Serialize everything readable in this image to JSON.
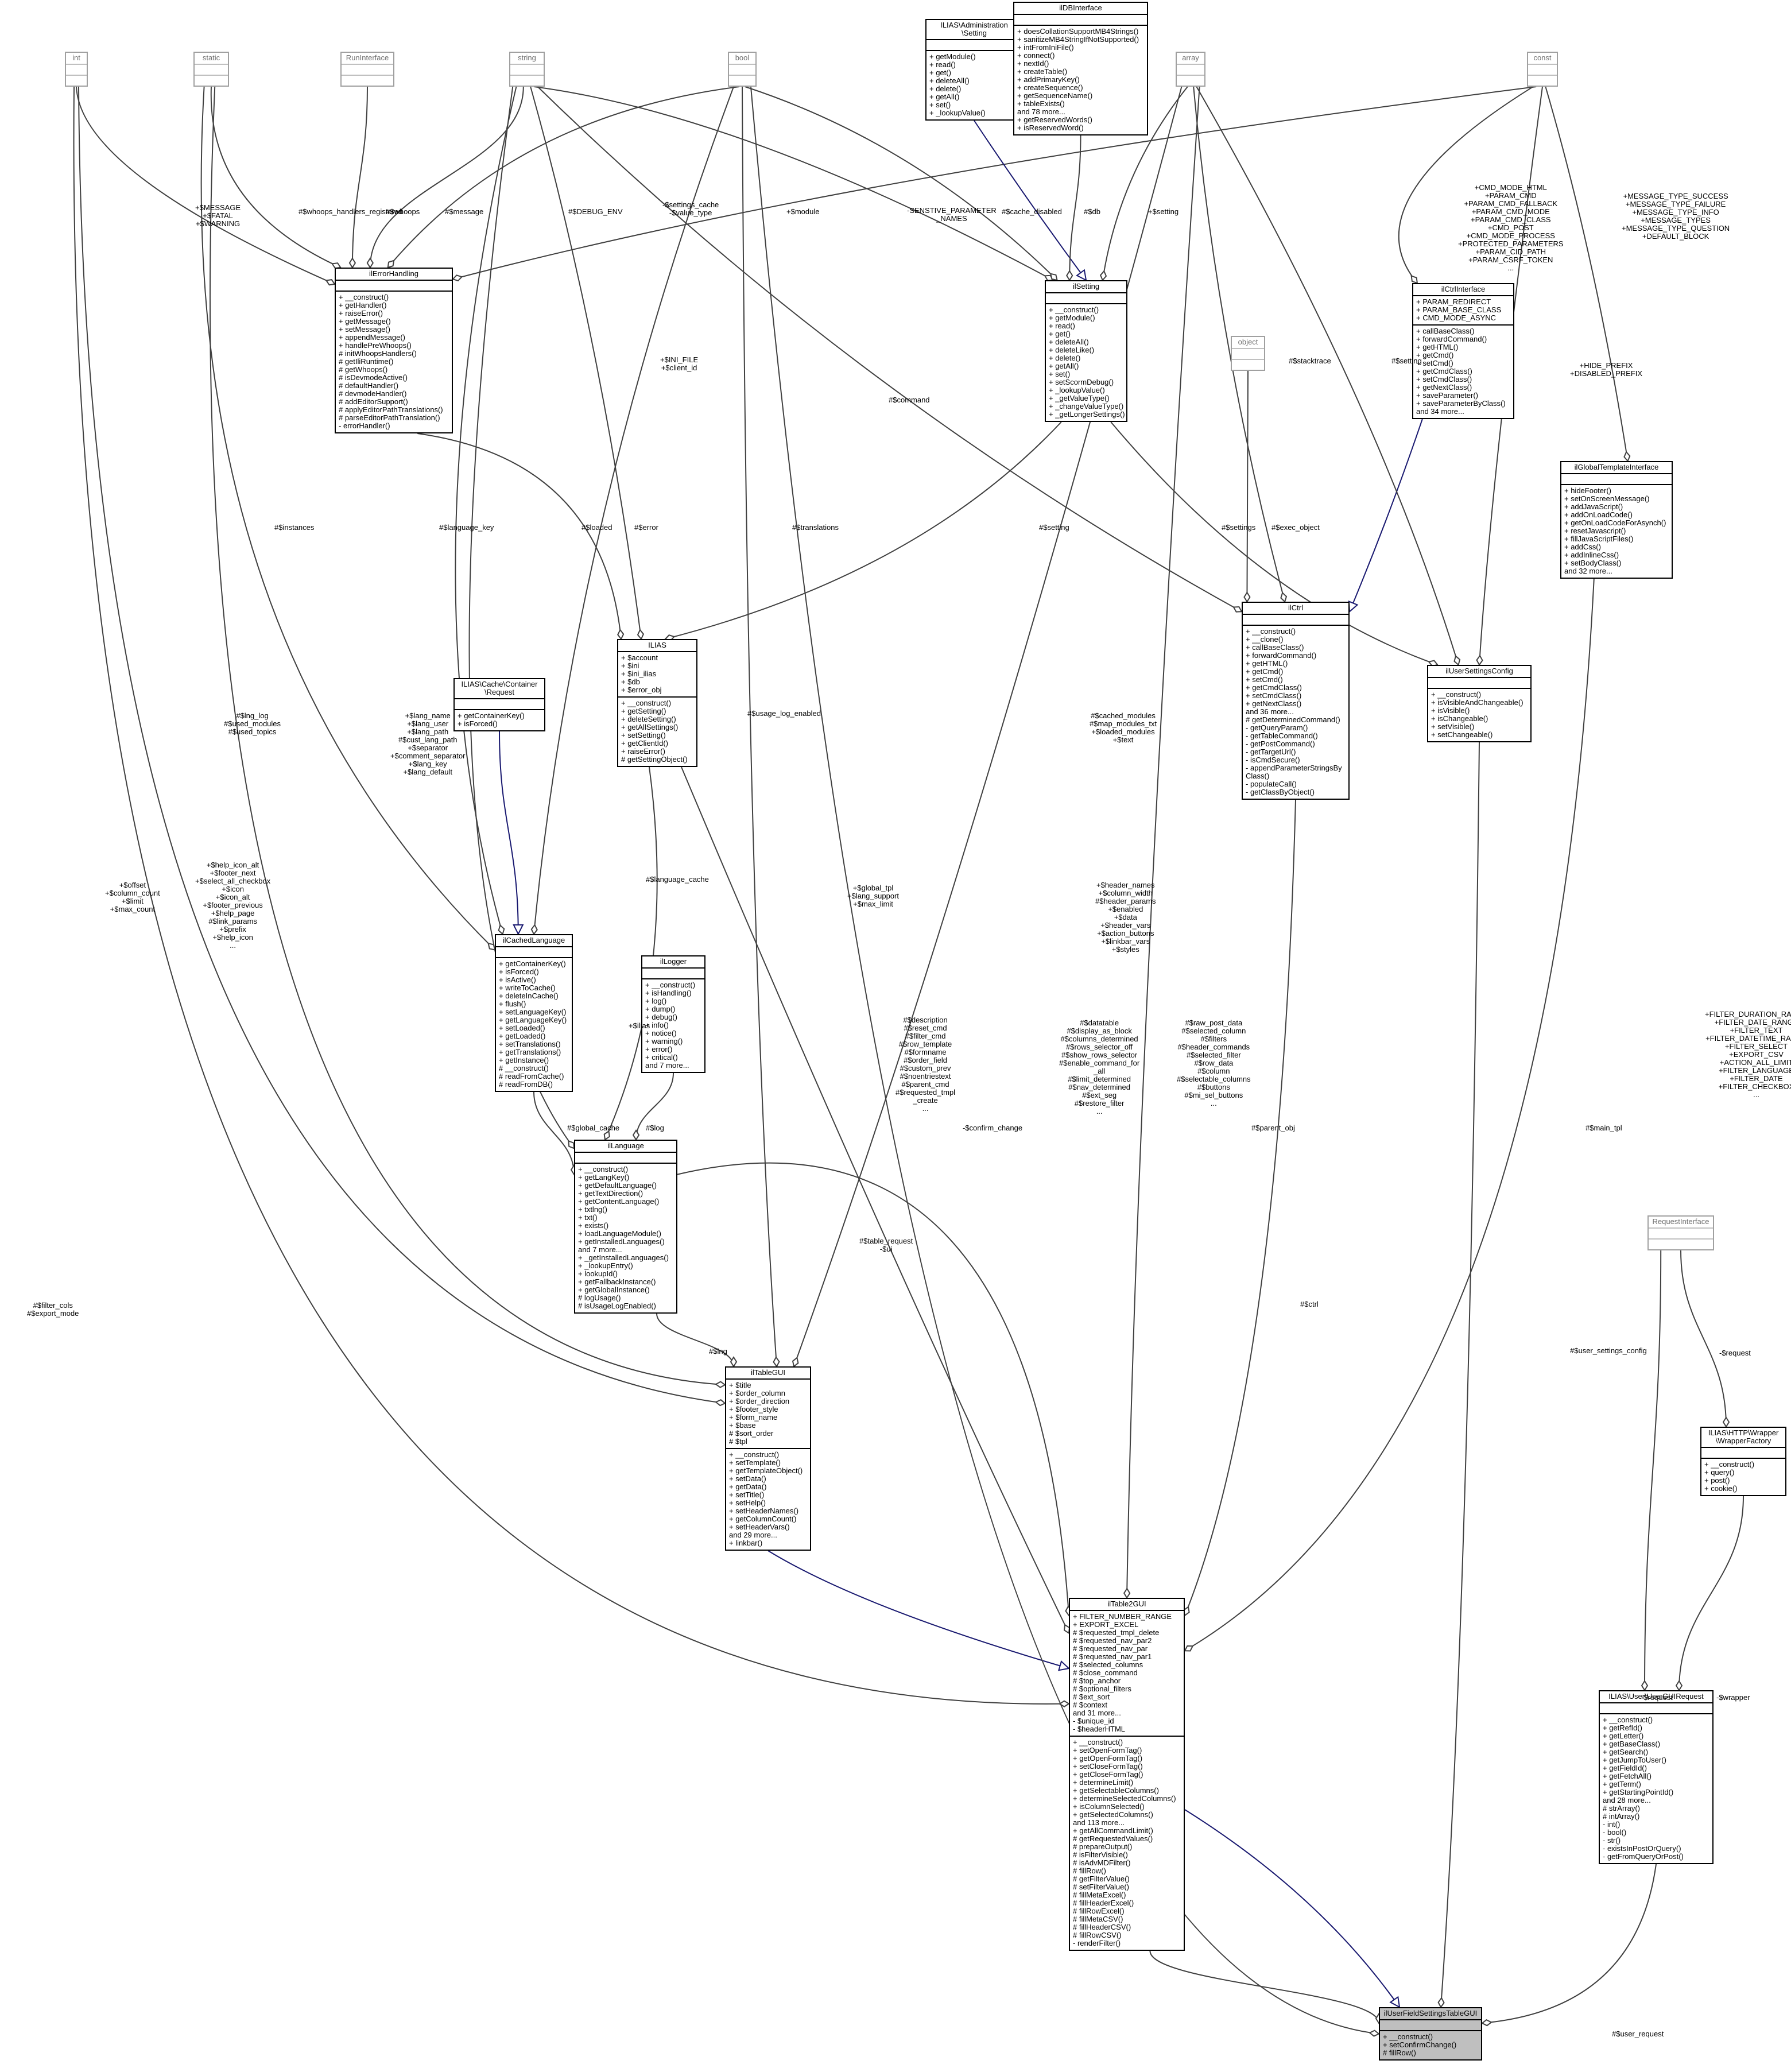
{
  "nodes": {
    "int": {
      "title": "int",
      "sections": [
        [],
        []
      ],
      "leaf": true
    },
    "static": {
      "title": "static",
      "sections": [
        [],
        []
      ],
      "leaf": true
    },
    "RunInterface": {
      "title": "RunInterface",
      "sections": [
        [],
        []
      ],
      "leaf": true
    },
    "string": {
      "title": "string",
      "sections": [
        [],
        []
      ],
      "leaf": true
    },
    "bool": {
      "title": "bool",
      "sections": [
        [],
        []
      ],
      "leaf": true
    },
    "AdminSetting": {
      "title": "ILIAS\\Administration\n\\Setting",
      "sections": [
        [],
        [
          "+ getModule()",
          "+ read()",
          "+ get()",
          "+ deleteAll()",
          "+ delete()",
          "+ getAll()",
          "+ set()",
          "+ _lookupValue()"
        ]
      ]
    },
    "ilDBInterface": {
      "title": "ilDBInterface",
      "sections": [
        [],
        [
          "+ doesCollationSupportMB4Strings()",
          "+ sanitizeMB4StringIfNotSupported()",
          "+ intFromIniFile()",
          "+ connect()",
          "+ nextId()",
          "+ createTable()",
          "+ addPrimaryKey()",
          "+ createSequence()",
          "+ getSequenceName()",
          "+ tableExists()",
          "and 78 more...",
          "+ getReservedWords()",
          "+ isReservedWord()"
        ]
      ]
    },
    "array": {
      "title": "array",
      "sections": [
        [],
        []
      ],
      "leaf": true
    },
    "const": {
      "title": "const",
      "sections": [
        [],
        []
      ],
      "leaf": true
    },
    "ilErrorHandling": {
      "title": "ilErrorHandling",
      "sections": [
        [],
        [
          "+ __construct()",
          "+ getHandler()",
          "+ raiseError()",
          "+ getMessage()",
          "+ setMessage()",
          "+ appendMessage()",
          "+ handlePreWhoops()",
          "# initWhoopsHandlers()",
          "# getIliRuntime()",
          "# getWhoops()",
          "# isDevmodeActive()",
          "# defaultHandler()",
          "# devmodeHandler()",
          "# addEditorSupport()",
          "# applyEditorPathTranslations()",
          "# parseEditorPathTranslation()",
          "- errorHandler()"
        ]
      ]
    },
    "ilSetting": {
      "title": "ilSetting",
      "sections": [
        [],
        [
          "+ __construct()",
          "+ getModule()",
          "+ read()",
          "+ get()",
          "+ deleteAll()",
          "+ deleteLike()",
          "+ delete()",
          "+ getAll()",
          "+ set()",
          "+ setScormDebug()",
          "+ _lookupValue()",
          "+ _getValueType()",
          "+ _changeValueType()",
          "+ _getLongerSettings()"
        ]
      ]
    },
    "object": {
      "title": "object",
      "sections": [
        [],
        []
      ],
      "leaf": true
    },
    "ilCtrlInterface": {
      "title": "ilCtrlInterface",
      "sections": [
        [
          "+ PARAM_REDIRECT",
          "+ PARAM_BASE_CLASS",
          "+ CMD_MODE_ASYNC"
        ],
        [
          "+ callBaseClass()",
          "+ forwardCommand()",
          "+ getHTML()",
          "+ getCmd()",
          "+ setCmd()",
          "+ getCmdClass()",
          "+ setCmdClass()",
          "+ getNextClass()",
          "+ saveParameter()",
          "+ saveParameterByClass()",
          "and 34 more..."
        ]
      ]
    },
    "ilGlobalTemplateInterface": {
      "title": "ilGlobalTemplateInterface",
      "sections": [
        [],
        [
          "+ hideFooter()",
          "+ setOnScreenMessage()",
          "+ addJavaScript()",
          "+ addOnLoadCode()",
          "+ getOnLoadCodeForAsynch()",
          "+ resetJavascript()",
          "+ fillJavaScriptFiles()",
          "+ addCss()",
          "+ addInlineCss()",
          "+ setBodyClass()",
          "and 32 more..."
        ]
      ]
    },
    "CacheRequest": {
      "title": "ILIAS\\Cache\\Container\n\\Request",
      "sections": [
        [],
        [
          "+ getContainerKey()",
          "+ isForced()"
        ]
      ]
    },
    "ILIAS": {
      "title": "ILIAS",
      "sections": [
        [
          "+ $account",
          "+ $ini",
          "+ $ini_ilias",
          "+ $db",
          "+ $error_obj"
        ],
        [
          "+ __construct()",
          "+ getSetting()",
          "+ deleteSetting()",
          "+ getAllSettings()",
          "+ setSetting()",
          "+ getClientId()",
          "+ raiseError()",
          "# getSettingObject()"
        ]
      ]
    },
    "ilCtrl": {
      "title": "ilCtrl",
      "sections": [
        [],
        [
          "+ __construct()",
          "+ __clone()",
          "+ callBaseClass()",
          "+ forwardCommand()",
          "+ getHTML()",
          "+ getCmd()",
          "+ setCmd()",
          "+ getCmdClass()",
          "+ setCmdClass()",
          "+ getNextClass()",
          "and 36 more...",
          "# getDeterminedCommand()",
          "- getQueryParam()",
          "- getTableCommand()",
          "- getPostCommand()",
          "- getTargetUrl()",
          "- isCmdSecure()",
          "- appendParameterStringsBy",
          "Class()",
          "- populateCall()",
          "- getClassByObject()"
        ]
      ]
    },
    "ilUserSettingsConfig": {
      "title": "ilUserSettingsConfig",
      "sections": [
        [],
        [
          "+ __construct()",
          "+ isVisibleAndChangeable()",
          "+ isVisible()",
          "+ isChangeable()",
          "+ setVisible()",
          "+ setChangeable()"
        ]
      ]
    },
    "ilCachedLanguage": {
      "title": "ilCachedLanguage",
      "sections": [
        [],
        [
          "+ getContainerKey()",
          "+ isForced()",
          "+ isActive()",
          "+ writeToCache()",
          "+ deleteInCache()",
          "+ flush()",
          "+ setLanguageKey()",
          "+ getLanguageKey()",
          "+ setLoaded()",
          "+ getLoaded()",
          "+ setTranslations()",
          "+ getTranslations()",
          "+ getInstance()",
          "# __construct()",
          "# readFromCache()",
          "# readFromDB()"
        ]
      ]
    },
    "ilLogger": {
      "title": "ilLogger",
      "sections": [
        [],
        [
          "+ __construct()",
          "+ isHandling()",
          "+ log()",
          "+ dump()",
          "+ debug()",
          "+ info()",
          "+ notice()",
          "+ warning()",
          "+ error()",
          "+ critical()",
          "and 7 more..."
        ]
      ]
    },
    "ilLanguage": {
      "title": "ilLanguage",
      "sections": [
        [],
        [
          "+ __construct()",
          "+ getLangKey()",
          "+ getDefaultLanguage()",
          "+ getTextDirection()",
          "+ getContentLanguage()",
          "+ txtlng()",
          "+ txt()",
          "+ exists()",
          "+ loadLanguageModule()",
          "+ getInstalledLanguages()",
          "and 7 more...",
          "+ _getInstalledLanguages()",
          "+ _lookupEntry()",
          "+ lookupId()",
          "+ getFallbackInstance()",
          "+ getGlobalInstance()",
          "# logUsage()",
          "# isUsageLogEnabled()"
        ]
      ]
    },
    "RequestInterface": {
      "title": "RequestInterface",
      "sections": [
        [],
        []
      ],
      "leaf": true
    },
    "ilTableGUI": {
      "title": "ilTableGUI",
      "sections": [
        [
          "+ $title",
          "+ $order_column",
          "+ $order_direction",
          "+ $footer_style",
          "+ $form_name",
          "+ $base",
          "# $sort_order",
          "# $tpl"
        ],
        [
          "+ __construct()",
          "+ setTemplate()",
          "+ getTemplateObject()",
          "+ setData()",
          "+ getData()",
          "+ setTitle()",
          "+ setHelp()",
          "+ setHeaderNames()",
          "+ getColumnCount()",
          "+ setHeaderVars()",
          "and 29 more...",
          "+ linkbar()"
        ]
      ]
    },
    "WrapperFactory": {
      "title": "ILIAS\\HTTP\\Wrapper\n\\WrapperFactory",
      "sections": [
        [],
        [
          "+ __construct()",
          "+ query()",
          "+ post()",
          "+ cookie()"
        ]
      ]
    },
    "ilTable2GUI": {
      "title": "ilTable2GUI",
      "sections": [
        [
          "+ FILTER_NUMBER_RANGE",
          "+ EXPORT_EXCEL",
          "# $requested_tmpl_delete",
          "# $requested_nav_par2",
          "# $requested_nav_par",
          "# $requested_nav_par1",
          "# $selected_columns",
          "# $close_command",
          "# $top_anchor",
          "# $optional_filters",
          "# $ext_sort",
          "# $context",
          "and 31 more...",
          "- $unique_id",
          "- $headerHTML"
        ],
        [
          "+ __construct()",
          "+ setOpenFormTag()",
          "+ getOpenFormTag()",
          "+ setCloseFormTag()",
          "+ getCloseFormTag()",
          "+ determineLimit()",
          "+ getSelectableColumns()",
          "+ determineSelectedColumns()",
          "+ isColumnSelected()",
          "+ getSelectedColumns()",
          "and 113 more...",
          "+ getAllCommandLimit()",
          "# getRequestedValues()",
          "# prepareOutput()",
          "# isFilterVisible()",
          "# isAdvMDFilter()",
          "# fillRow()",
          "# getFilterValue()",
          "# setFilterValue()",
          "# fillMetaExcel()",
          "# fillHeaderExcel()",
          "# fillRowExcel()",
          "# fillMetaCSV()",
          "# fillHeaderCSV()",
          "# fillRowCSV()",
          "- renderFilter()"
        ]
      ]
    },
    "UserGUIRequest": {
      "title": "ILIAS\\User\\UserGUIRequest",
      "sections": [
        [],
        [
          "+ __construct()",
          "+ getRefId()",
          "+ getLetter()",
          "+ getBaseClass()",
          "+ getSearch()",
          "+ getJumpToUser()",
          "+ getFieldId()",
          "+ getFetchAll()",
          "+ getTerm()",
          "+ getStartingPointId()",
          "and 28 more...",
          "# strArray()",
          "# intArray()",
          "- int()",
          "- bool()",
          "- str()",
          "- existsInPostOrQuery()",
          "- getFromQueryOrPost()"
        ]
      ]
    },
    "ilUserFieldSettingsTableGUI": {
      "title": "ilUserFieldSettingsTableGUI",
      "sections": [
        [],
        [
          "+ __construct()",
          "+ setConfirmChange()",
          "# fillRow()"
        ]
      ],
      "focus": true
    }
  },
  "labels": {
    "message_vars": "+$MESSAGE\n+$FATAL\n+$WARNING",
    "whoops_handlers": "#$whoops_handlers_registered",
    "whoops": "#$whoops",
    "message": "#$message",
    "debug_env": "#$DEBUG_ENV",
    "settings_cache": "-$settings_cache\n-$value_type",
    "sensitive_names": "-SENSTIVE_PARAMETER\n_NAMES",
    "module": "+$module",
    "cache_disabled": "#$cache_disabled",
    "db": "#$db",
    "setting_top": "+$setting",
    "ctrl_consts": "+CMD_MODE_HTML\n+PARAM_CMD\n+PARAM_CMD_FALLBACK\n+PARAM_CMD_MODE\n+PARAM_CMD_CLASS\n+CMD_POST\n+CMD_MODE_PROCESS\n+PROTECTED_PARAMETERS\n+PARAM_CID_PATH\n+PARAM_CSRF_TOKEN\n...",
    "message_types": "+MESSAGE_TYPE_SUCCESS\n+MESSAGE_TYPE_FAILURE\n+MESSAGE_TYPE_INFO\n+MESSAGE_TYPES\n+MESSAGE_TYPE_QUESTION\n+DEFAULT_BLOCK",
    "command": "#$command",
    "ini_file": "+$INI_FILE\n+$client_id",
    "stacktrace": "#$stacktrace",
    "setting_uc": "#$setting",
    "hide_prefix": "+HIDE_PREFIX\n+DISABLED_PREFIX",
    "instances": "#$instances",
    "language_key": "#$language_key",
    "loaded": "#$loaded",
    "error": "#$error",
    "translations": "#$translations",
    "setting_ilias": "#$setting",
    "settings": "#$settings",
    "exec_object": "#$exec_object",
    "lng_log": "#$lng_log\n#$used_modules\n#$used_topics",
    "lang_name": "+$lang_name\n+$lang_user\n+$lang_path\n#$cust_lang_path\n+$separator\n+$comment_separator\n+$lang_key\n+$lang_default",
    "usage_log": "#$usage_log_enabled",
    "cached_modules": "#$cached_modules\n#$map_modules_txt\n+$loaded_modules\n+$text",
    "help_icon": "+$help_icon_alt\n+$footer_next\n+$select_all_checkbox\n+$icon\n+$icon_alt\n+$footer_previous\n+$help_page\n#$link_params\n+$prefix\n+$help_icon\n...",
    "offset": "+$offset\n+$column_count\n+$limit\n+$max_count",
    "language_cache": "#$language_cache",
    "global_tpl": "+$global_tpl\n+$lang_support\n+$max_limit",
    "header_names": "+$header_names\n+$column_width\n#$header_params\n+$enabled\n+$data\n+$header_vars\n+$action_buttons\n+$linkbar_vars\n+$styles",
    "filter_ranges": "+FILTER_DURATION_RANGE\n+FILTER_DATE_RANGE\n+FILTER_TEXT\n+FILTER_DATETIME_RANGE\n+FILTER_SELECT\n+EXPORT_CSV\n+ACTION_ALL_LIMIT\n+FILTER_LANGUAGE\n+FILTER_DATE\n+FILTER_CHECKBOX\n...",
    "ilias": "+$ilias",
    "description": "#$description\n#$reset_cmd\n#$filter_cmd\n#$row_template\n#$formname\n#$order_field\n#$custom_prev\n#$noentriestext\n#$parent_cmd\n#$requested_tmpl\n_create\n...",
    "datatable": "#$datatable\n#$display_as_block\n#$columns_determined\n#$rows_selector_off\n#$show_rows_selector\n#$enable_command_for\n_all\n#$limit_determined\n#$nav_determined\n#$ext_seg\n#$restore_filter\n...",
    "raw_post": "#$raw_post_data\n#$selected_column\n#$filters\n#$header_commands\n#$selected_filter\n#$row_data\n#$column\n#$selectable_columns\n#$buttons\n#$mi_sel_buttons\n...",
    "global_cache": "#$global_cache",
    "log": "#$log",
    "confirm_change": "-$confirm_change",
    "parent_obj": "#$parent_obj",
    "main_tpl": "#$main_tpl",
    "table_request": "#$table_request\n-$ui",
    "lng": "#$lng",
    "filter_cols": "#$filter_cols\n#$export_mode",
    "ctrl": "#$ctrl",
    "user_settings_config": "#$user_settings_config",
    "request_minus": "-$request",
    "request2": "-$request",
    "wrapper": "-$wrapper",
    "user_request": "#$user_request"
  }
}
